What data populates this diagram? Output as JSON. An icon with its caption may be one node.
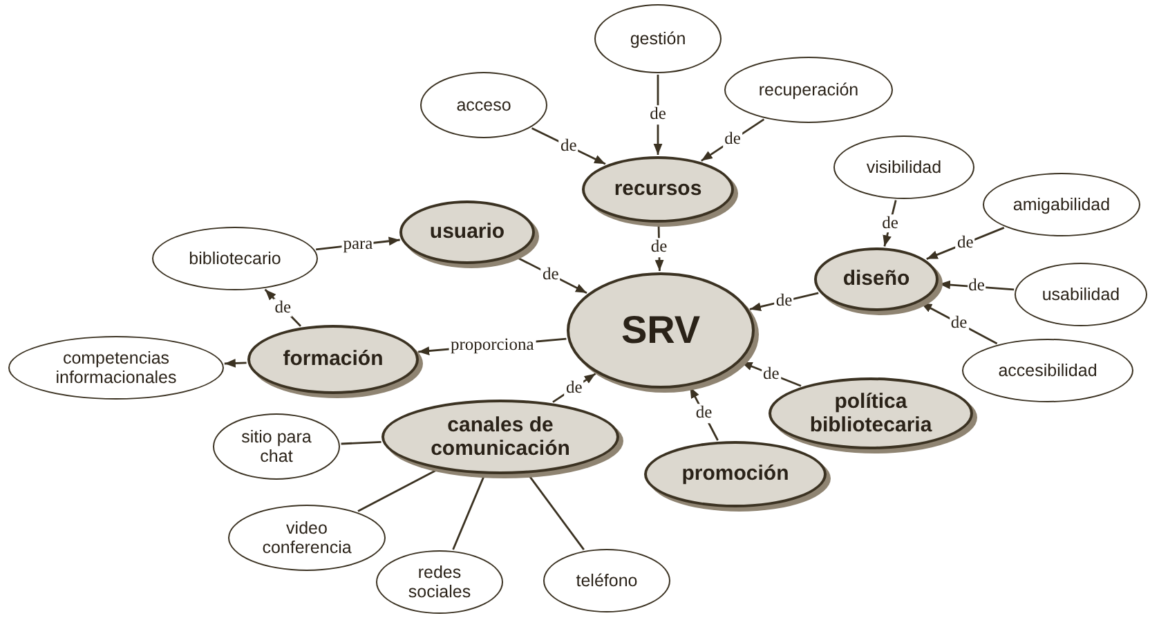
{
  "diagram": {
    "nodes": [
      {
        "text": [
          "SRV"
        ]
      },
      {
        "text": [
          "gestión"
        ]
      },
      {
        "text": [
          "acceso"
        ]
      },
      {
        "text": [
          "recuperación"
        ]
      },
      {
        "text": [
          "recursos"
        ]
      },
      {
        "text": [
          "usuario"
        ]
      },
      {
        "text": [
          "bibliotecario"
        ]
      },
      {
        "text": [
          "formación"
        ]
      },
      {
        "text": [
          "competencias informacionales"
        ]
      },
      {
        "text": [
          "visibilidad"
        ]
      },
      {
        "text": [
          "amigabilidad"
        ]
      },
      {
        "text": [
          "diseño"
        ]
      },
      {
        "text": [
          "usabilidad"
        ]
      },
      {
        "text": [
          "accesibilidad"
        ]
      },
      {
        "text": [
          "política bibliotecaria"
        ]
      },
      {
        "text": [
          "promoción"
        ]
      },
      {
        "text": [
          "canales de comunicación"
        ]
      },
      {
        "text": [
          "sitio para chat"
        ]
      },
      {
        "text": [
          "video conferencia"
        ]
      },
      {
        "text": [
          "redes sociales"
        ]
      },
      {
        "text": [
          "teléfono"
        ]
      }
    ],
    "edges": [
      {
        "from": 1,
        "to": 4,
        "arrow": "to",
        "label": "de"
      },
      {
        "from": 2,
        "to": 4,
        "arrow": "to",
        "label": "de"
      },
      {
        "from": 3,
        "to": 4,
        "arrow": "to",
        "label": "de"
      },
      {
        "from": 4,
        "to": 0,
        "arrow": "to",
        "label": "de"
      },
      {
        "from": 6,
        "to": 5,
        "arrow": "to",
        "label": "para"
      },
      {
        "from": 5,
        "to": 0,
        "arrow": "to",
        "label": "de"
      },
      {
        "from": 7,
        "to": 6,
        "arrow": "to",
        "label": "de"
      },
      {
        "from": 7,
        "to": 8,
        "arrow": "to"
      },
      {
        "from": 0,
        "to": 7,
        "arrow": "to",
        "label": "proporciona"
      },
      {
        "from": 9,
        "to": 11,
        "arrow": "to",
        "label": "de"
      },
      {
        "from": 10,
        "to": 11,
        "arrow": "to",
        "label": "de"
      },
      {
        "from": 12,
        "to": 11,
        "arrow": "to",
        "label": "de"
      },
      {
        "from": 13,
        "to": 11,
        "arrow": "to",
        "label": "de"
      },
      {
        "from": 11,
        "to": 0,
        "arrow": "to",
        "label": "de"
      },
      {
        "from": 14,
        "to": 0,
        "arrow": "to",
        "label": "de"
      },
      {
        "from": 15,
        "to": 0,
        "arrow": "to",
        "label": "de"
      },
      {
        "from": 16,
        "to": 0,
        "arrow": "to",
        "label": "de"
      },
      {
        "from": 16,
        "to": 17,
        "arrow": "none"
      },
      {
        "from": 16,
        "to": 18,
        "arrow": "none"
      },
      {
        "from": 16,
        "to": 19,
        "arrow": "none"
      },
      {
        "from": 16,
        "to": 20,
        "arrow": "none"
      }
    ]
  }
}
